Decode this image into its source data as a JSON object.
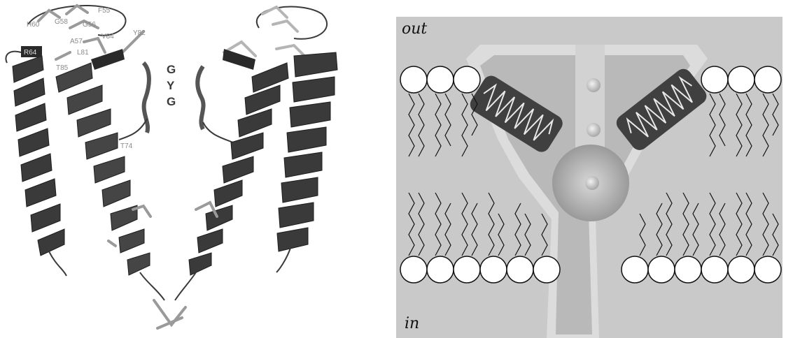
{
  "structure_panel": {
    "residue_labels": [
      "R64",
      "F55",
      "V84",
      "Y82",
      "A57",
      "L81",
      "T85",
      "T74"
    ],
    "minor_labels": [
      "H60",
      "G58",
      "G56"
    ],
    "selectivity_filter": [
      "G",
      "Y",
      "G"
    ],
    "colors": {
      "helix": "#3a3a3a",
      "helix_dark": "#1e1e1e",
      "sidechain": "#9a9a9a",
      "label": "#8a8a8a"
    }
  },
  "schematic_panel": {
    "label_out": "out",
    "label_in": "in",
    "colors": {
      "background": "#c9c9c9",
      "channel_body": "#dcdcdc",
      "channel_inner": "#b4b4b4",
      "helix_box": "#404040",
      "ion": "#b0b0b0",
      "lipid_head": "#ffffff"
    }
  }
}
